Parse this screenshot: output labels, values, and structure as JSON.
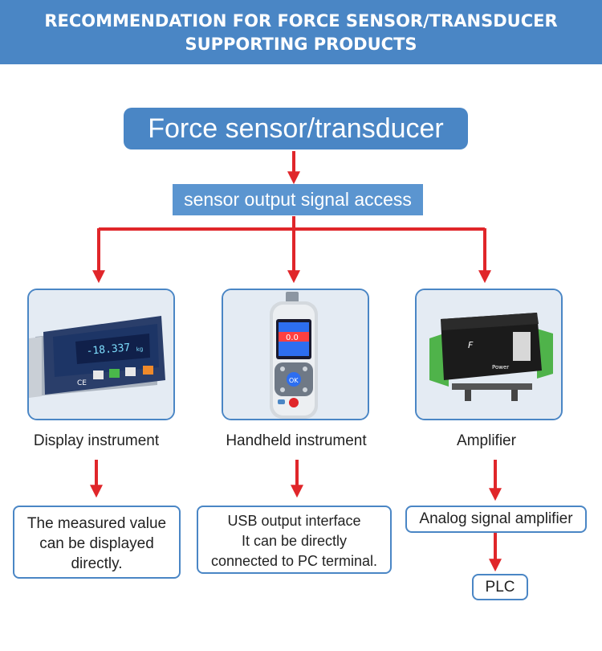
{
  "header": {
    "line1": "RECOMMENDATION FOR FORCE SENSOR/TRANSDUCER",
    "line2": "SUPPORTING PRODUCTS"
  },
  "root": {
    "label": "Force sensor/transducer"
  },
  "access": {
    "label": "sensor output signal access"
  },
  "products": [
    {
      "label": "Display instrument",
      "reading": "-18.337",
      "unit": "kg",
      "description_lines": [
        "The measured value",
        "can be displayed",
        "directly."
      ]
    },
    {
      "label": "Handheld instrument",
      "reading": "0.0",
      "ok_label": "OK",
      "description_lines": [
        "USB output interface",
        "It can be directly",
        "connected to PC terminal."
      ]
    },
    {
      "label": "Amplifier",
      "module_label": "Power",
      "description_lines": [
        "Analog signal amplifier"
      ],
      "next": "PLC"
    }
  ],
  "colors": {
    "accent_blue": "#4a86c5",
    "arrow_red": "#e0262a",
    "light_blue": "#5b95d0"
  }
}
